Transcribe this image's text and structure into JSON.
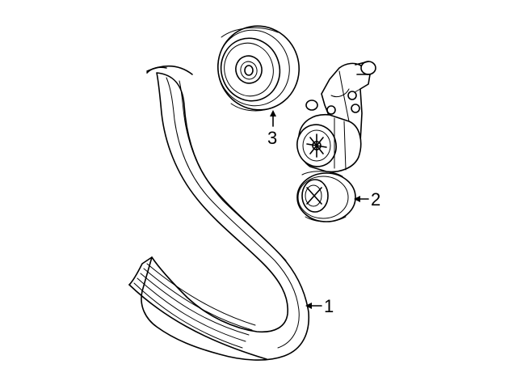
{
  "diagram": {
    "callouts": [
      {
        "id": "1",
        "label": "1",
        "part": "belt"
      },
      {
        "id": "2",
        "label": "2",
        "part": "tensioner"
      },
      {
        "id": "3",
        "label": "3",
        "part": "idler-pulley"
      }
    ],
    "colors": {
      "line": "#000000",
      "background": "#ffffff"
    }
  }
}
